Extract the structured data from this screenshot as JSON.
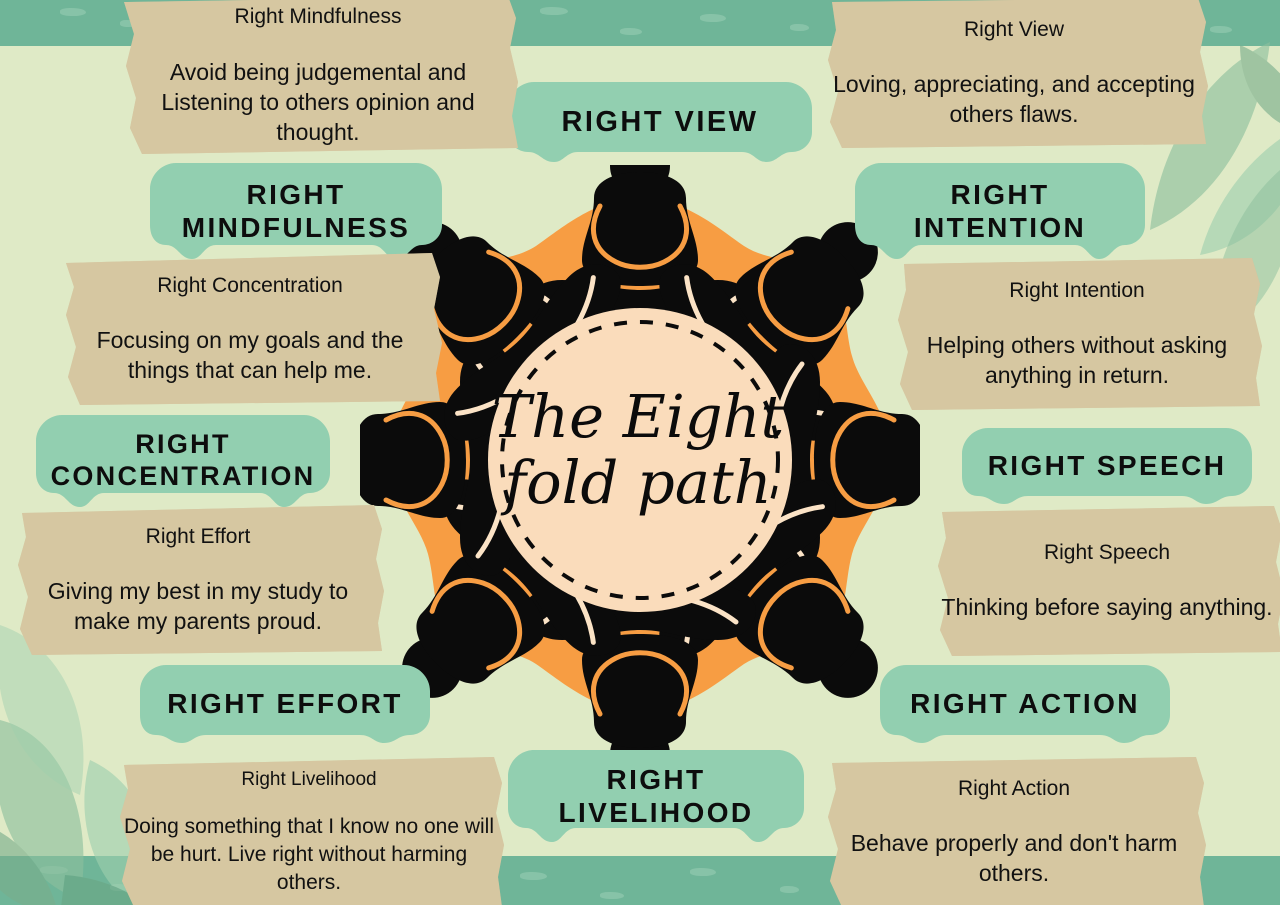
{
  "poster": {
    "center_title_line1": "The Eight",
    "center_title_line2": "fold path",
    "palette": {
      "background": "#dfeac6",
      "band_green": "#6fb598",
      "mint_label": "#92cfb0",
      "orange": "#f79d43",
      "cream_circle": "#fadcbb",
      "figure_black": "#0b0b0b",
      "tape_tan": "#cfbe95",
      "text_dark": "#111111"
    }
  },
  "labels": [
    {
      "id": "right-view",
      "text": "RIGHT VIEW"
    },
    {
      "id": "right-intention",
      "text": "RIGHT INTENTION"
    },
    {
      "id": "right-speech",
      "text": "RIGHT SPEECH"
    },
    {
      "id": "right-action",
      "text": "RIGHT ACTION"
    },
    {
      "id": "right-livelihood",
      "text": "RIGHT LIVELIHOOD"
    },
    {
      "id": "right-effort",
      "text": "RIGHT EFFORT"
    },
    {
      "id": "right-concentration",
      "text": "RIGHT CONCENTRATION"
    },
    {
      "id": "right-mindfulness",
      "text": "RIGHT MINDFULNESS"
    }
  ],
  "notes": [
    {
      "id": "note-right-mindfulness",
      "title": "Right Mindfulness",
      "body": "Avoid being judgemental and Listening to others opinion and thought."
    },
    {
      "id": "note-right-view",
      "title": "Right View",
      "body": "Loving, appreciating, and accepting others flaws."
    },
    {
      "id": "note-right-concentration",
      "title": "Right Concentration",
      "body": "Focusing on my goals and the things that can help me."
    },
    {
      "id": "note-right-intention",
      "title": "Right Intention",
      "body": "Helping others without asking anything in return."
    },
    {
      "id": "note-right-effort",
      "title": "Right Effort",
      "body": "Giving my best in my study to make my parents proud."
    },
    {
      "id": "note-right-speech",
      "title": "Right Speech",
      "body": "Thinking before saying anything."
    },
    {
      "id": "note-right-livelihood",
      "title": "Right Livelihood",
      "body": "Doing something that I know no one will be hurt. Live right without harming others."
    },
    {
      "id": "note-right-action",
      "title": "Right Action",
      "body": "Behave properly and don't harm others."
    }
  ]
}
